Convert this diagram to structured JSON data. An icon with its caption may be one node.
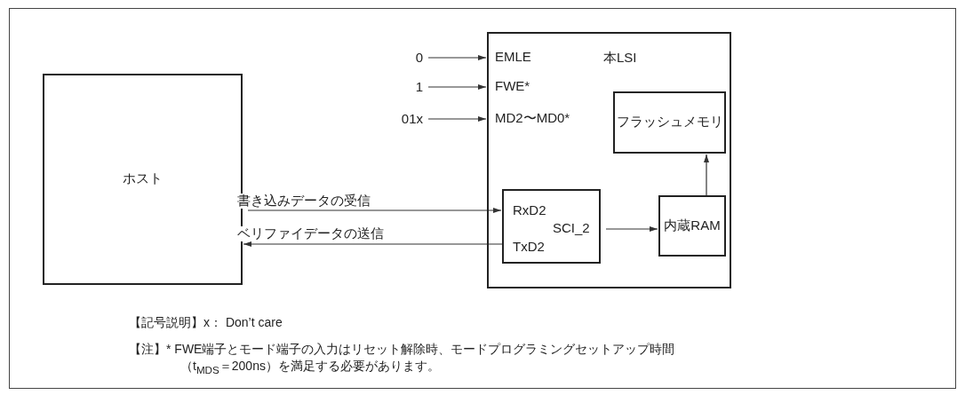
{
  "diagram": {
    "nodes": [
      {
        "text": [
          "ホスト"
        ]
      },
      {
        "text": [
          "本LSI"
        ]
      },
      {
        "text": [
          "RxD2",
          "SCI_2",
          "TxD2"
        ],
        "in": 1
      },
      {
        "text": [
          "フラッシュメモリ"
        ],
        "in": 1
      },
      {
        "text": [
          "内蔵RAM"
        ],
        "in": 1
      },
      {
        "text": [
          "0"
        ]
      },
      {
        "text": [
          "1"
        ]
      },
      {
        "text": [
          "01x"
        ]
      }
    ],
    "edges": [
      {
        "from": 5,
        "to": 1,
        "arrow": "to"
      },
      {
        "from": 6,
        "to": 1,
        "arrow": "to"
      },
      {
        "from": 7,
        "to": 1,
        "arrow": "to"
      },
      {
        "from": 0,
        "to": 2,
        "arrow": "to",
        "label": "書き込みデータの受信"
      },
      {
        "from": 2,
        "to": 0,
        "arrow": "to",
        "label": "ベリファイデータの送信"
      },
      {
        "from": 2,
        "to": 4,
        "arrow": "to"
      },
      {
        "from": 4,
        "to": 3,
        "arrow": "to"
      }
    ],
    "labels": [
      "EMLE",
      "FWE*",
      "MD2〜MD0*",
      "【記号説明】x： Don’t care",
      "【注】* FWE端子とモード端子の入力はリセット解除時、モードプログラミングセットアップ時間（t$_{MDS}$＝200ns）を満足する必要があります。"
    ]
  }
}
